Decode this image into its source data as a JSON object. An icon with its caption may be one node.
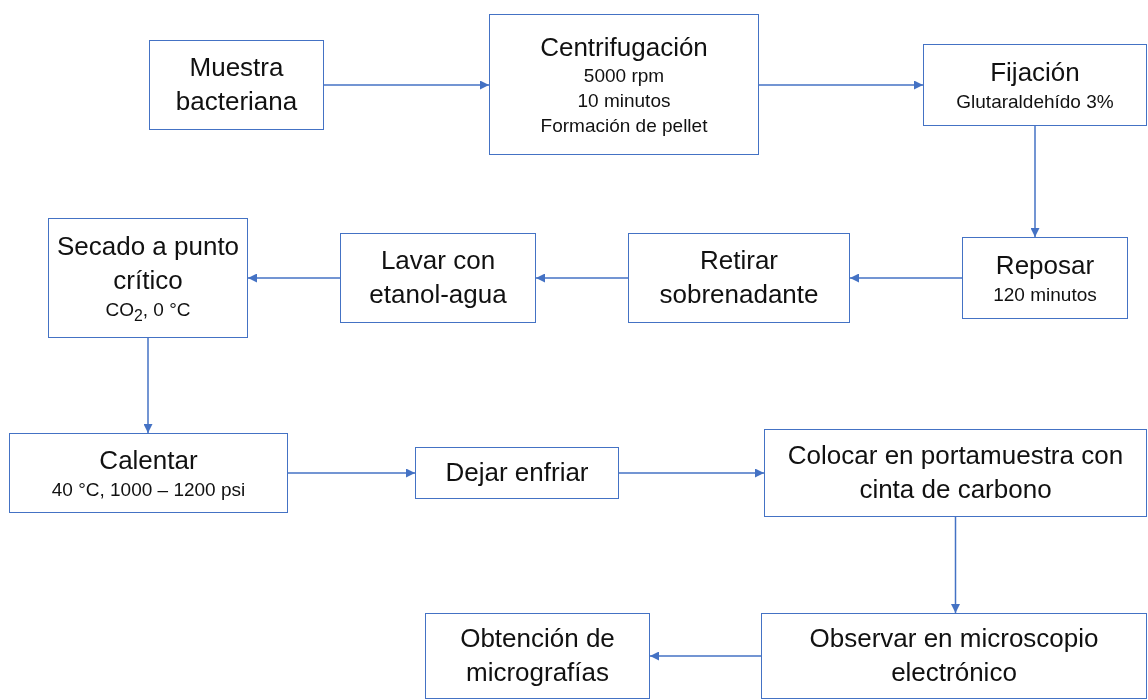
{
  "diagram": {
    "nodes": [
      {
        "text": [
          "Muestra bacteriana"
        ]
      },
      {
        "text": [
          "Centrifugación",
          "5000 rpm",
          "10 minutos",
          "Formación de pellet"
        ]
      },
      {
        "text": [
          "Fijación",
          "Glutaraldehído 3%"
        ]
      },
      {
        "text": [
          "Reposar",
          "120 minutos"
        ]
      },
      {
        "text": [
          "Retirar sobrenadante"
        ]
      },
      {
        "text": [
          "Lavar con etanol-agua"
        ]
      },
      {
        "text": [
          "Secado a punto crítico",
          "CO$_{2}$, 0 °C"
        ]
      },
      {
        "text": [
          "Calentar",
          "40 °C, 1000 – 1200 psi"
        ]
      },
      {
        "text": [
          "Dejar enfriar"
        ]
      },
      {
        "text": [
          "Colocar en portamuestra con cinta de carbono"
        ]
      },
      {
        "text": [
          "Observar en microscopio electrónico"
        ]
      },
      {
        "text": [
          "Obtención de micrografías"
        ]
      }
    ],
    "edges": [
      {
        "from": 0,
        "to": 1,
        "arrow": "to"
      },
      {
        "from": 1,
        "to": 2,
        "arrow": "to"
      },
      {
        "from": 2,
        "to": 3,
        "arrow": "to"
      },
      {
        "from": 3,
        "to": 4,
        "arrow": "to"
      },
      {
        "from": 4,
        "to": 5,
        "arrow": "to"
      },
      {
        "from": 5,
        "to": 6,
        "arrow": "to"
      },
      {
        "from": 6,
        "to": 7,
        "arrow": "to"
      },
      {
        "from": 7,
        "to": 8,
        "arrow": "to"
      },
      {
        "from": 8,
        "to": 9,
        "arrow": "to"
      },
      {
        "from": 9,
        "to": 10,
        "arrow": "to"
      },
      {
        "from": 10,
        "to": 11,
        "arrow": "to"
      }
    ]
  }
}
